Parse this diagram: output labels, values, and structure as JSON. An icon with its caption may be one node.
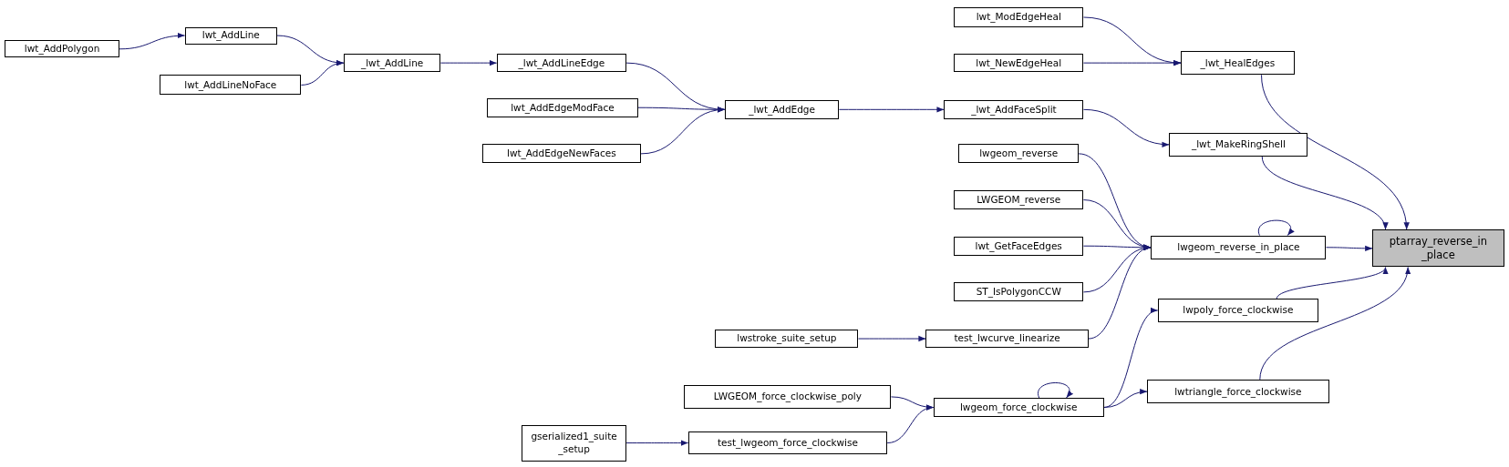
{
  "diagram": {
    "nodes": [
      {
        "text": [
          "lwt_AddPolygon"
        ]
      },
      {
        "text": [
          "lwt_AddLine"
        ]
      },
      {
        "text": [
          "lwt_AddLineNoFace"
        ]
      },
      {
        "text": [
          "_lwt_AddLine"
        ]
      },
      {
        "text": [
          "_lwt_AddLineEdge"
        ]
      },
      {
        "text": [
          "lwt_AddEdgeModFace"
        ]
      },
      {
        "text": [
          "lwt_AddEdgeNewFaces"
        ]
      },
      {
        "text": [
          "_lwt_AddEdge"
        ]
      },
      {
        "text": [
          "lwt_ModEdgeHeal"
        ]
      },
      {
        "text": [
          "lwt_NewEdgeHeal"
        ]
      },
      {
        "text": [
          "_lwt_AddFaceSplit"
        ]
      },
      {
        "text": [
          "lwgeom_reverse"
        ]
      },
      {
        "text": [
          "LWGEOM_reverse"
        ]
      },
      {
        "text": [
          "lwt_GetFaceEdges"
        ]
      },
      {
        "text": [
          "ST_IsPolygonCCW"
        ]
      },
      {
        "text": [
          "lwstroke_suite_setup"
        ]
      },
      {
        "text": [
          "test_lwcurve_linearize"
        ]
      },
      {
        "text": [
          "LWGEOM_force_clockwise_poly"
        ]
      },
      {
        "text": [
          "gserialized1_suite _setup"
        ]
      },
      {
        "text": [
          "test_lwgeom_force_clockwise"
        ]
      },
      {
        "text": [
          "lwgeom_force_clockwise"
        ]
      },
      {
        "text": [
          "_lwt_HealEdges"
        ]
      },
      {
        "text": [
          "_lwt_MakeRingShell"
        ]
      },
      {
        "text": [
          "lwgeom_reverse_in_place"
        ]
      },
      {
        "text": [
          "lwpoly_force_clockwise"
        ]
      },
      {
        "text": [
          "lwtriangle_force_clockwise"
        ]
      },
      {
        "text": [
          "ptarray_reverse_in _place"
        ]
      }
    ],
    "edges": [
      {
        "from": 0,
        "to": 1,
        "arrow": "to"
      },
      {
        "from": 1,
        "to": 3,
        "arrow": "to"
      },
      {
        "from": 2,
        "to": 3,
        "arrow": "to"
      },
      {
        "from": 3,
        "to": 4,
        "arrow": "to"
      },
      {
        "from": 4,
        "to": 7,
        "arrow": "to"
      },
      {
        "from": 5,
        "to": 7,
        "arrow": "to"
      },
      {
        "from": 6,
        "to": 7,
        "arrow": "to"
      },
      {
        "from": 7,
        "to": 10,
        "arrow": "to"
      },
      {
        "from": 10,
        "to": 22,
        "arrow": "to"
      },
      {
        "from": 8,
        "to": 21,
        "arrow": "to"
      },
      {
        "from": 9,
        "to": 21,
        "arrow": "to"
      },
      {
        "from": 21,
        "to": 26,
        "arrow": "to"
      },
      {
        "from": 22,
        "to": 26,
        "arrow": "to"
      },
      {
        "from": 11,
        "to": 23,
        "arrow": "to"
      },
      {
        "from": 12,
        "to": 23,
        "arrow": "to"
      },
      {
        "from": 13,
        "to": 23,
        "arrow": "to"
      },
      {
        "from": 14,
        "to": 23,
        "arrow": "to"
      },
      {
        "from": 16,
        "to": 23,
        "arrow": "to"
      },
      {
        "from": 23,
        "to": 23,
        "arrow": "to"
      },
      {
        "from": 23,
        "to": 26,
        "arrow": "to"
      },
      {
        "from": 15,
        "to": 16,
        "arrow": "to"
      },
      {
        "from": 24,
        "to": 26,
        "arrow": "to"
      },
      {
        "from": 20,
        "to": 24,
        "arrow": "to"
      },
      {
        "from": 20,
        "to": 20,
        "arrow": "to"
      },
      {
        "from": 20,
        "to": 25,
        "arrow": "to"
      },
      {
        "from": 25,
        "to": 26,
        "arrow": "to"
      },
      {
        "from": 17,
        "to": 20,
        "arrow": "to"
      },
      {
        "from": 19,
        "to": 20,
        "arrow": "to"
      },
      {
        "from": 18,
        "to": 19,
        "arrow": "to"
      }
    ]
  }
}
